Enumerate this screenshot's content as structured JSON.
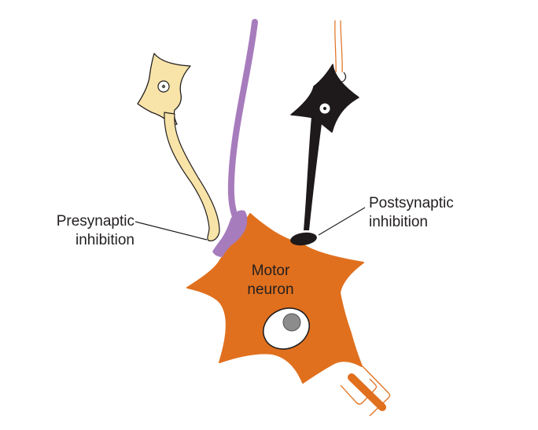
{
  "labels": {
    "presynaptic": [
      "Presynaptic",
      "inhibition"
    ],
    "postsynaptic": [
      "Postsynaptic",
      "inhibition"
    ],
    "motor_neuron": [
      "Motor",
      "neuron"
    ]
  },
  "colors": {
    "motor_neuron": "#e0701e",
    "presynaptic_interneuron": "#f8e4a8",
    "excitatory_axon": "#a77cbd",
    "inhibitory_interneuron": "#1e1a1b",
    "nucleus_fill": "#ffffff",
    "nucleolus": "#8c8c8c",
    "outline": "#231f20"
  },
  "icons": [
    "motor-neuron-cell",
    "yellow-interneuron-cell",
    "black-interneuron-cell",
    "purple-axon"
  ]
}
